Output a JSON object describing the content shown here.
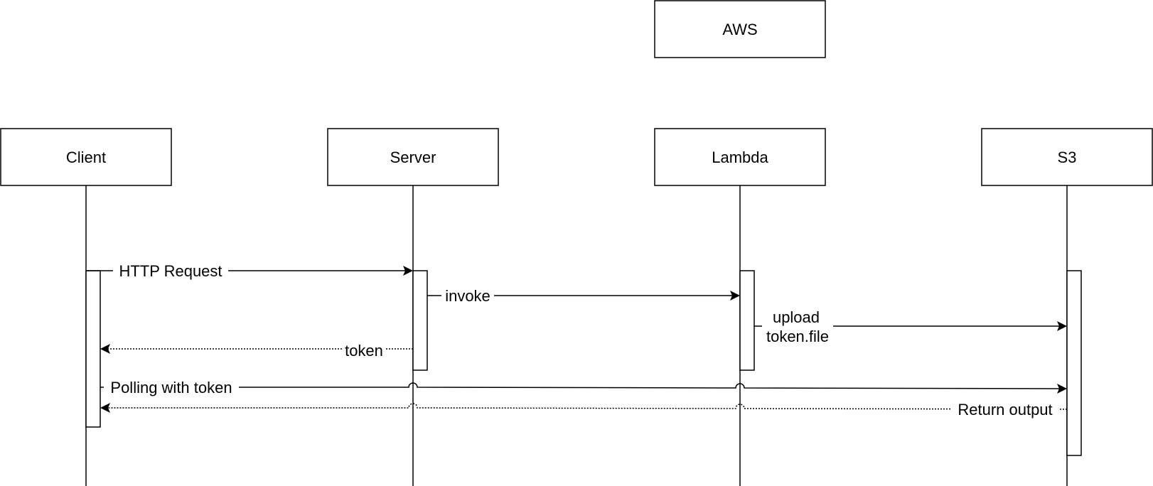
{
  "diagram": {
    "group_label": "AWS",
    "participants": {
      "client": "Client",
      "server": "Server",
      "lambda": "Lambda",
      "s3": "S3"
    },
    "messages": {
      "http_request": "HTTP Request",
      "invoke": "invoke",
      "upload_line1": "upload",
      "upload_line2": "token.file",
      "token": "token",
      "polling": "Polling with token",
      "return_output": "Return output"
    }
  }
}
